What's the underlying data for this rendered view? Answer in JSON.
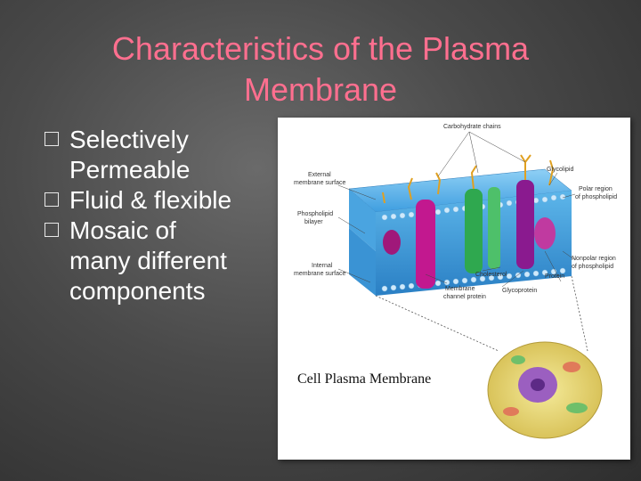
{
  "slide": {
    "title_line1": "Characteristics of the Plasma",
    "title_line2": "Membrane",
    "bullets": [
      {
        "line1": "Selectively",
        "line2": "Permeable"
      },
      {
        "line1": "Fluid & flexible",
        "line2": ""
      },
      {
        "line1": "Mosaic of",
        "line2": "many different",
        "line3": "components"
      }
    ]
  },
  "figure": {
    "labels": {
      "carbohydrate": "Carbohydrate chains",
      "external": "External",
      "external2": "membrane surface",
      "glycolipid": "Glycolipid",
      "polar1": "Polar region",
      "polar2": "of phospholipid",
      "phospholipid1": "Phospholipid",
      "phospholipid2": "bilayer",
      "internal1": "Internal",
      "internal2": "membrane surface",
      "cholesterol": "Cholesterol",
      "protein": "Protein",
      "nonpolar1": "Nonpolar region",
      "nonpolar2": "of phospholipid",
      "channel1": "Membrane",
      "channel2": "channel protein",
      "glycoprotein": "Glycoprotein"
    },
    "caption": "Cell Plasma Membrane"
  }
}
